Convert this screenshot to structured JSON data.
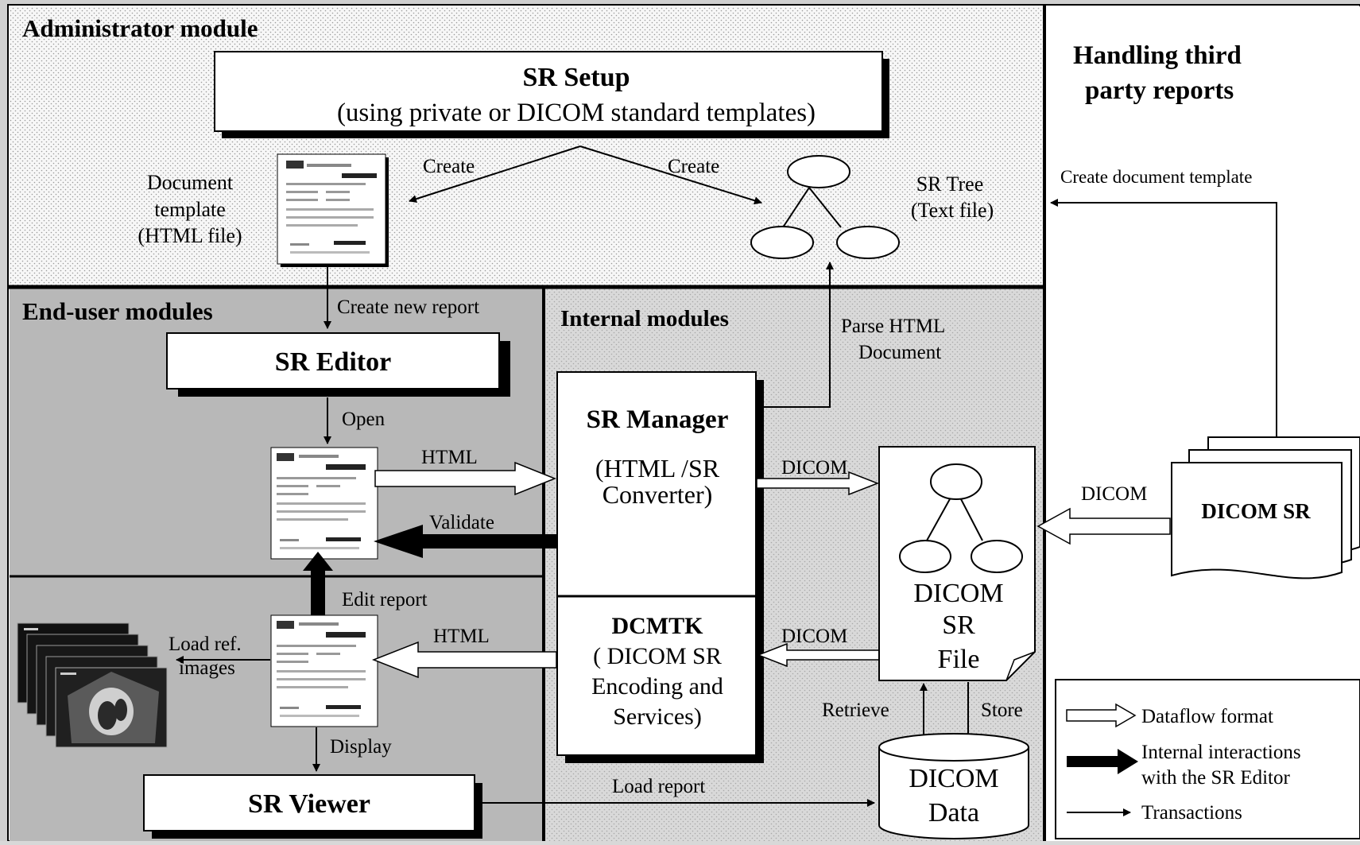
{
  "sections": {
    "admin_title": "Administrator module",
    "enduser_title": "End-user modules",
    "internal_title": "Internal modules",
    "third_party_title_line1": "Handling third",
    "third_party_title_line2": "party reports"
  },
  "boxes": {
    "sr_setup_line1": "SR Setup",
    "sr_setup_line2": "(using private or DICOM standard templates)",
    "sr_editor": "SR Editor",
    "sr_viewer": "SR Viewer",
    "sr_manager_title": "SR Manager",
    "sr_manager_sub1": "(HTML /SR",
    "sr_manager_sub2": "Converter)",
    "dcmtk_title": "DCMTK",
    "dcmtk_sub1": "( DICOM SR",
    "dcmtk_sub2": "Encoding and",
    "dcmtk_sub3": "Services)",
    "dicom_sr_file_line1": "DICOM",
    "dicom_sr_file_line2": "SR",
    "dicom_sr_file_line3": "File",
    "dicom_data_line1": "DICOM",
    "dicom_data_line2": "Data",
    "dicom_sr_doc": "DICOM SR"
  },
  "labels": {
    "doc_template_line1": "Document",
    "doc_template_line2": "template",
    "doc_template_line3": "(HTML file)",
    "sr_tree_line1": "SR Tree",
    "sr_tree_line2": "(Text file)",
    "create_left": "Create",
    "create_right": "Create",
    "create_new_report": "Create new report",
    "parse_line1": "Parse HTML",
    "parse_line2": "Document",
    "open": "Open",
    "html_top": "HTML",
    "validate": "Validate",
    "dicom_top": "DICOM",
    "edit_report": "Edit report",
    "html_bottom": "HTML",
    "dicom_bottom": "DICOM",
    "load_ref_line1": "Load ref.",
    "load_ref_line2": "images",
    "display": "Display",
    "retrieve": "Retrieve",
    "store": "Store",
    "load_report": "Load report",
    "create_doc_template": "Create document template",
    "dicom_right": "DICOM"
  },
  "legend": {
    "dataflow": "Dataflow format",
    "internal_line1": "Internal interactions",
    "internal_line2": "with the SR Editor",
    "transactions": "Transactions"
  }
}
